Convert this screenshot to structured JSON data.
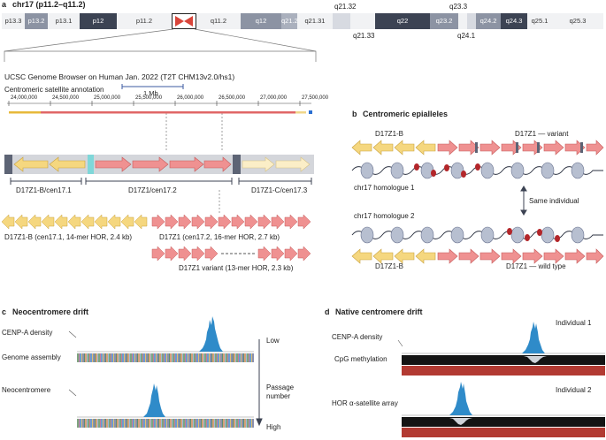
{
  "panel_a": {
    "letter": "a",
    "title": "chr17 (p11.2–q11.2)",
    "bands": [
      "p13.3",
      "p13.2",
      "p13.1",
      "p12",
      "p11.2",
      "q11.2",
      "q12",
      "q21.2",
      "q21.31",
      "q21.32",
      "q21.33",
      "q22",
      "q23.2",
      "q23.3",
      "q24.1",
      "q24.2",
      "q24.3",
      "q25.1",
      "q25.3"
    ],
    "browser_title": "UCSC Genome Browser on Human Jan. 2022 (T2T CHM13v2.0/hs1)",
    "track_title": "Centromeric satellite annotation",
    "scale_label": "1 Mb",
    "ticks": [
      "24,000,000",
      "24,500,000",
      "25,000,000",
      "25,500,000",
      "26,000,000",
      "26,500,000",
      "27,000,000",
      "27,500,000"
    ],
    "region_labels": [
      "D17Z1-B/cen17.1",
      "D17Z1/cen17.2",
      "D17Z1-C/cen17.3"
    ],
    "hor_labels": [
      "D17Z1-B (cen17.1, 14-mer HOR, 2.4 kb)",
      "D17Z1 (cen17.2, 16-mer HOR, 2.7 kb)",
      "D17Z1 variant (13-mer HOR, 2.3 kb)"
    ]
  },
  "panel_b": {
    "letter": "b",
    "title": "Centromeric epialleles",
    "top_left": "D17Z1-B",
    "top_right": "D17Z1 — variant",
    "homologue1": "chr17 homologue 1",
    "same": "Same individual",
    "homologue2": "chr17 homologue 2",
    "bottom_left": "D17Z1-B",
    "bottom_right": "D17Z1 — wild type"
  },
  "panel_c": {
    "letter": "c",
    "title": "Neocentromere drift",
    "cenpa": "CENP-A density",
    "genome": "Genome assembly",
    "neo": "Neocentromere",
    "low": "Low",
    "passage": "Passage number",
    "high": "High"
  },
  "panel_d": {
    "letter": "d",
    "title": "Native centromere drift",
    "ind1": "Individual 1",
    "cenpa": "CENP-A density",
    "cpg": "CpG methylation",
    "ind2": "Individual 2",
    "hor": "HOR α-satellite array"
  },
  "colors": {
    "yellow": "#f5d77f",
    "pink": "#ef9191",
    "cyan": "#7fd7d9",
    "dark": "#3c4353",
    "blue": "#2f8bc9",
    "red_bar": "#b23a32"
  }
}
